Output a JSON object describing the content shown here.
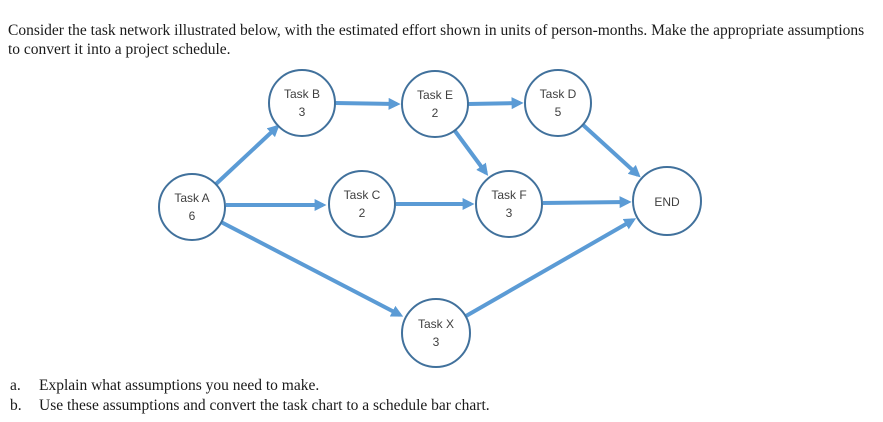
{
  "intro": "Consider the task network illustrated below, with the estimated effort shown in units of person-months. Make the appropriate assumptions to convert it into a project schedule.",
  "questions": [
    {
      "label": "a.",
      "text": "Explain what assumptions you need to make."
    },
    {
      "label": "b.",
      "text": "Use these assumptions and convert the task chart to a schedule bar chart."
    }
  ],
  "diagram": {
    "type": "task-network",
    "nodes": [
      {
        "id": "task-a",
        "label": "Task A",
        "effort": "6"
      },
      {
        "id": "task-b",
        "label": "Task B",
        "effort": "3"
      },
      {
        "id": "task-e",
        "label": "Task E",
        "effort": "2"
      },
      {
        "id": "task-d",
        "label": "Task D",
        "effort": "5"
      },
      {
        "id": "task-c",
        "label": "Task C",
        "effort": "2"
      },
      {
        "id": "task-f",
        "label": "Task F",
        "effort": "3"
      },
      {
        "id": "task-x",
        "label": "Task X",
        "effort": "3"
      },
      {
        "id": "end",
        "label": "END",
        "effort": ""
      }
    ],
    "edges": [
      {
        "from": "Task A",
        "to": "Task B"
      },
      {
        "from": "Task A",
        "to": "Task C"
      },
      {
        "from": "Task A",
        "to": "Task X"
      },
      {
        "from": "Task B",
        "to": "Task E"
      },
      {
        "from": "Task E",
        "to": "Task D"
      },
      {
        "from": "Task E",
        "to": "Task F"
      },
      {
        "from": "Task C",
        "to": "Task F"
      },
      {
        "from": "Task D",
        "to": "END"
      },
      {
        "from": "Task F",
        "to": "END"
      },
      {
        "from": "Task X",
        "to": "END"
      }
    ],
    "colors": {
      "edge": "#5B9BD5",
      "node_border": "#41719C",
      "node_fill": "#FFFFFF",
      "node_text": "#3F3F3F"
    }
  }
}
